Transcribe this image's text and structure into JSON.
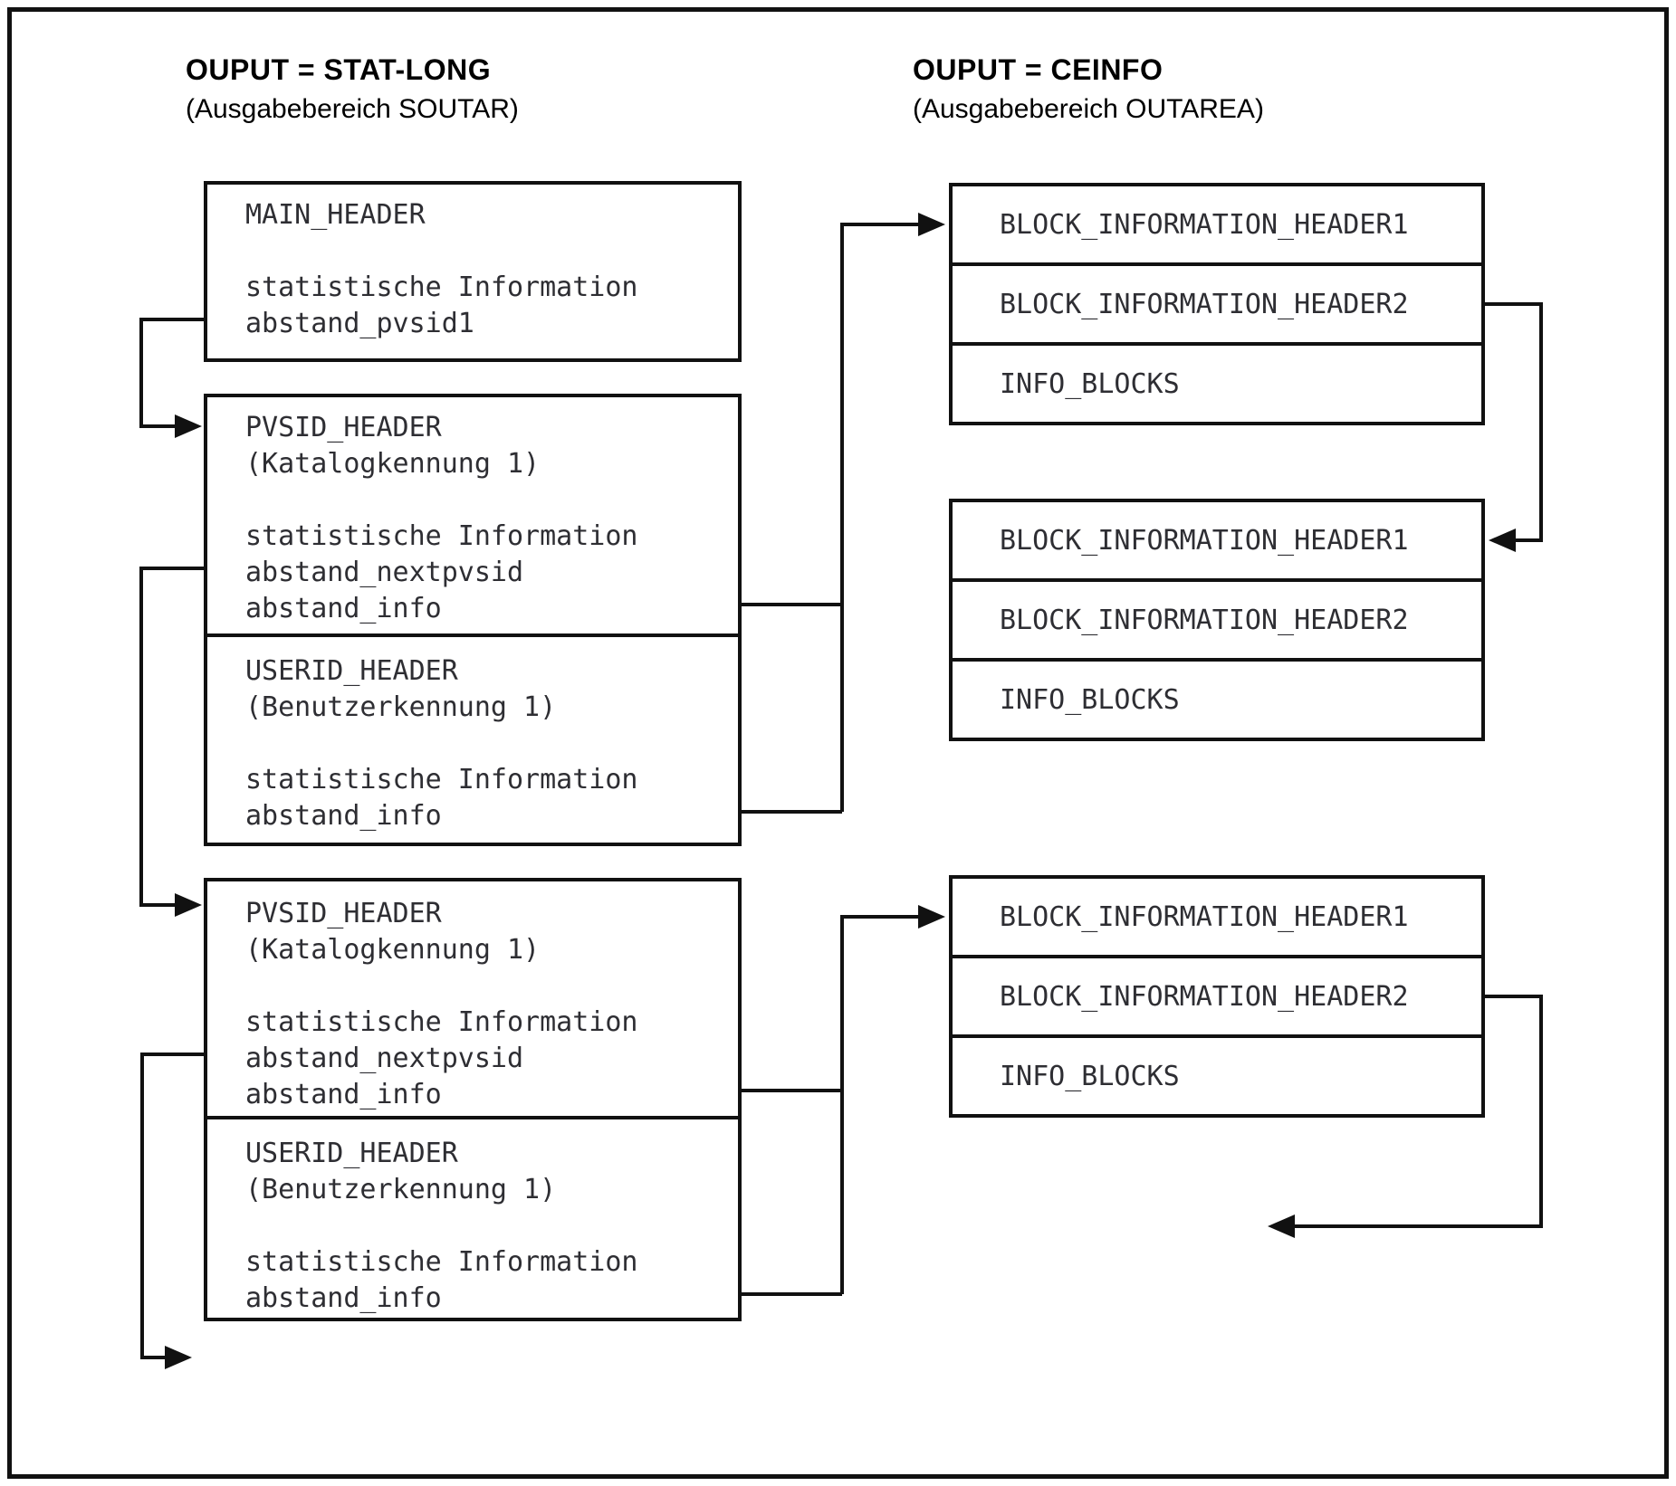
{
  "colors": {
    "line": "#111111",
    "text": "#2e2e33",
    "heading": "#000000",
    "background": "#ffffff"
  },
  "header_left": {
    "title": "OUPUT = STAT-LONG",
    "subtitle": "(Ausgabebereich SOUTAR)"
  },
  "header_right": {
    "title": "OUPUT = CEINFO",
    "subtitle": "(Ausgabebereich OUTAREA)"
  },
  "left_column": {
    "main_box": {
      "lines": [
        "MAIN_HEADER",
        "statistische Information",
        "abstand_pvsid1"
      ]
    },
    "pvsid_box_1": {
      "lines": [
        "PVSID_HEADER",
        "(Katalogkennung 1)",
        "statistische Information",
        "abstand_nextpvsid",
        "abstand_info"
      ]
    },
    "userid_box_1": {
      "lines": [
        "USERID_HEADER",
        "(Benutzerkennung 1)",
        "statistische Information",
        "abstand_info"
      ]
    },
    "pvsid_box_2": {
      "lines": [
        "PVSID_HEADER",
        "(Katalogkennung 1)",
        "statistische Information",
        "abstand_nextpvsid",
        "abstand_info"
      ]
    },
    "userid_box_2": {
      "lines": [
        "USERID_HEADER",
        "(Benutzerkennung 1)",
        "statistische Information",
        "abstand_info"
      ]
    }
  },
  "right_column": {
    "group1": {
      "rows": [
        "BLOCK_INFORMATION_HEADER1",
        "BLOCK_INFORMATION_HEADER2",
        "INFO_BLOCKS"
      ]
    },
    "group2": {
      "rows": [
        "BLOCK_INFORMATION_HEADER1",
        "BLOCK_INFORMATION_HEADER2",
        "INFO_BLOCKS"
      ]
    },
    "group3": {
      "rows": [
        "BLOCK_INFORMATION_HEADER1",
        "BLOCK_INFORMATION_HEADER2",
        "INFO_BLOCKS"
      ]
    }
  }
}
